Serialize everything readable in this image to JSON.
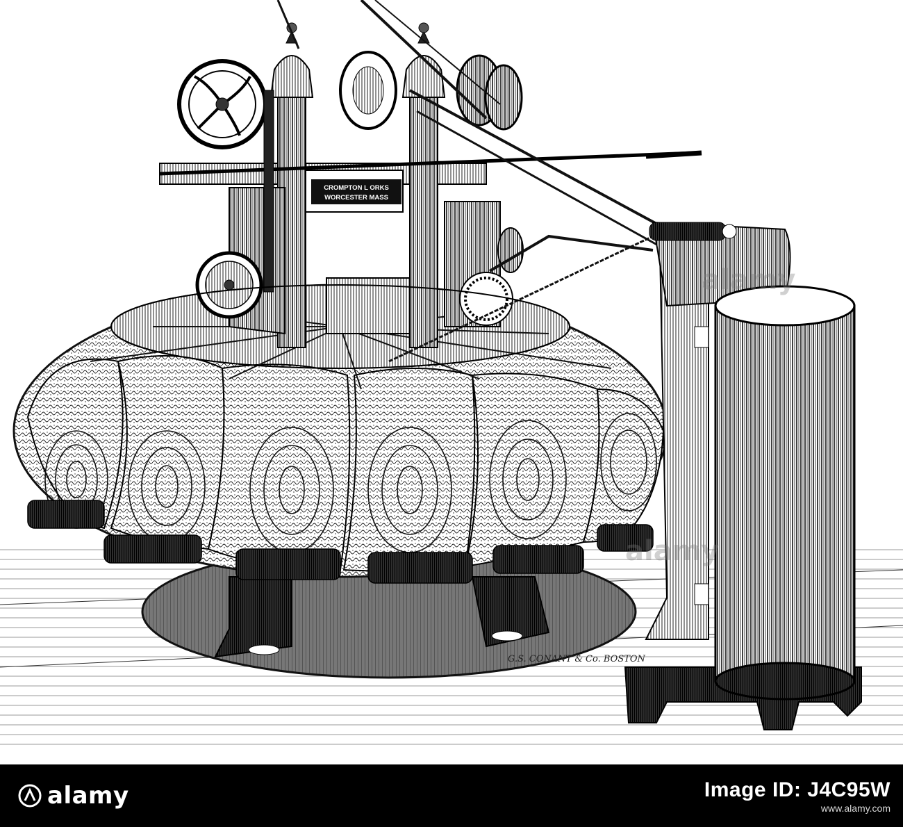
{
  "plate": {
    "nameplate_line1": "CROMPTON L  ORKS",
    "nameplate_line2": "WORCESTER    MASS",
    "engraver_signature": "G.S. CONANT & Co. BOSTON"
  },
  "watermarks": [
    "alamy",
    "alamy"
  ],
  "footer": {
    "brand": "alamy",
    "image_id_label": "Image ID: J4C95W",
    "website": "www.alamy.com"
  },
  "colors": {
    "ink": "#111111",
    "paper": "#ffffff",
    "footer_bg": "#000000"
  }
}
